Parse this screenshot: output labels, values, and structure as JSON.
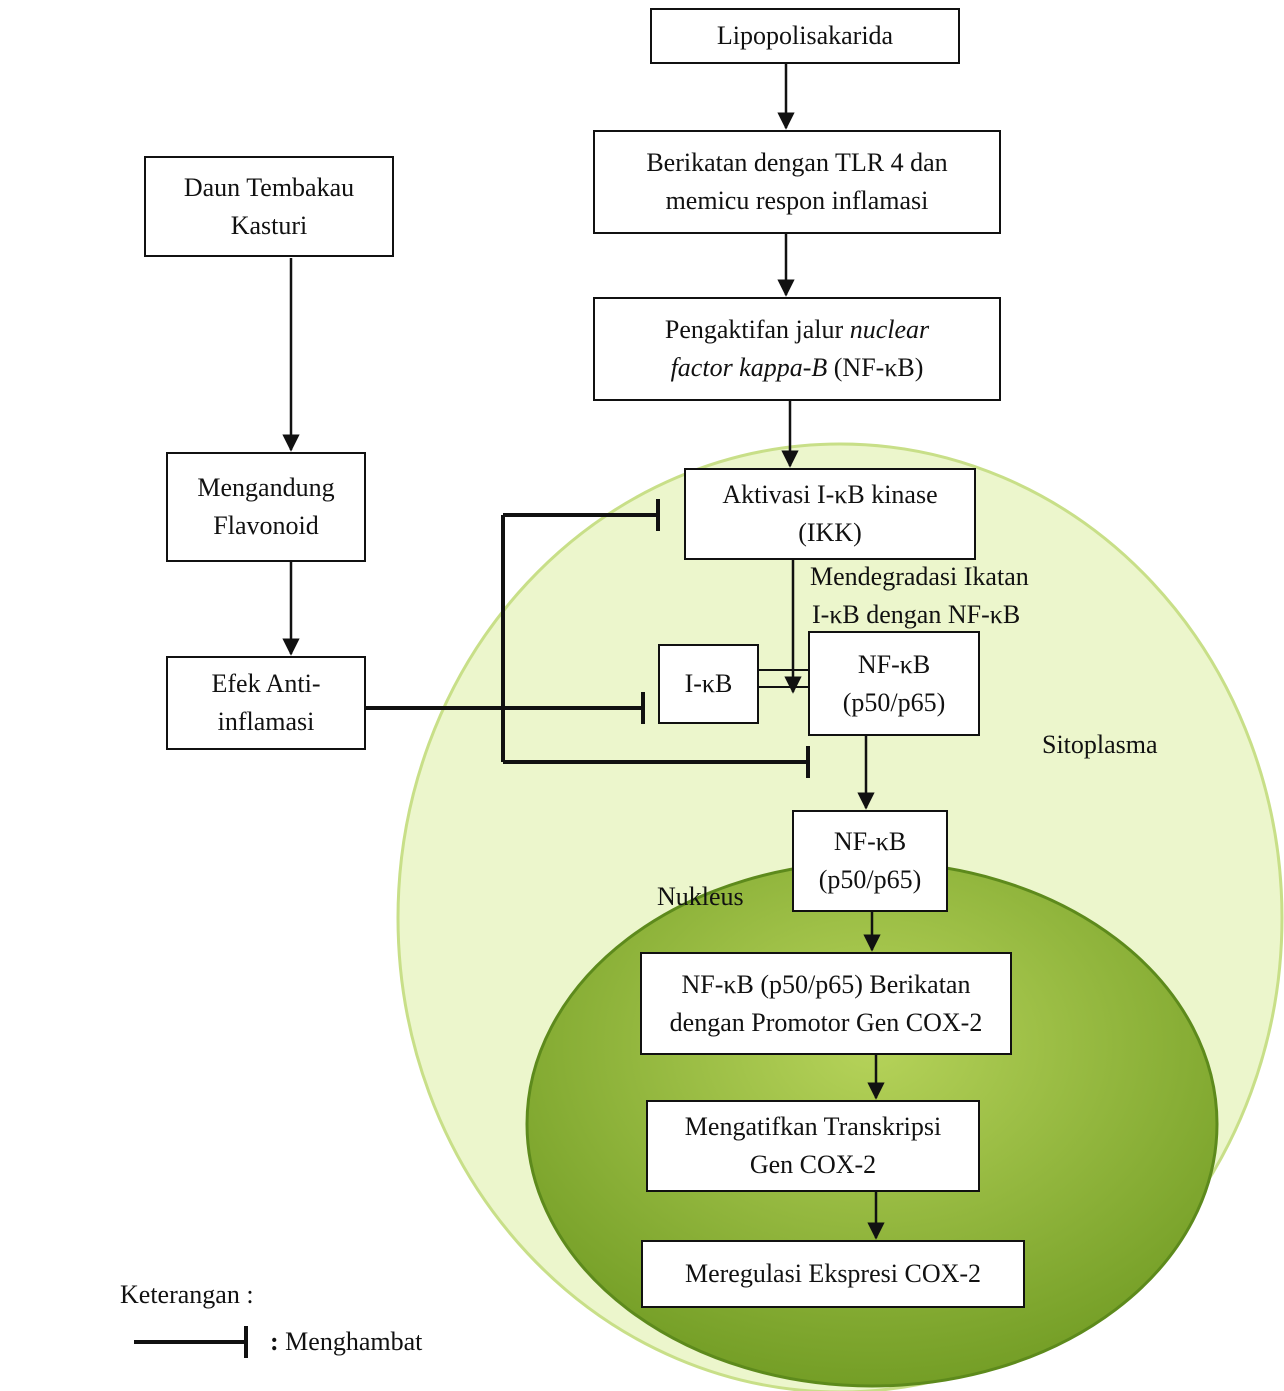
{
  "nodes": {
    "lps": {
      "text": "Lipopolisakarida"
    },
    "tlr4": {
      "line1": "Berikatan dengan TLR 4 dan",
      "line2": "memicu respon inflamasi"
    },
    "nfkb_path": {
      "line1_a": "Pengaktifan jalur ",
      "line1_b": "nuclear",
      "line2_a": "factor kappa-B",
      "line2_b": " (NF-κB)"
    },
    "ikk": {
      "line1": "Aktivasi I-κB kinase",
      "line2": "(IKK)"
    },
    "degrade": {
      "line1": "Mendegradasi Ikatan",
      "line2": "I-κB dengan NF-κB"
    },
    "ikb": {
      "text": "I-κB"
    },
    "nfkb_cyto": {
      "line1": "NF-κB",
      "line2": "(p50/p65)"
    },
    "nfkb_nuc": {
      "line1": "NF-κB",
      "line2": "(p50/p65)"
    },
    "bind_promoter": {
      "line1": "NF-κB (p50/p65) Berikatan",
      "line2": "dengan Promotor Gen COX-2"
    },
    "transcription": {
      "line1": "Mengatifkan Transkripsi",
      "line2": "Gen COX-2"
    },
    "expression": {
      "text": "Meregulasi Ekspresi COX-2"
    },
    "tobacco": {
      "line1": "Daun Tembakau",
      "line2": "Kasturi"
    },
    "flavonoid": {
      "line1": "Mengandung",
      "line2": "Flavonoid"
    },
    "anti": {
      "line1": "Efek Anti-",
      "line2": "inflamasi"
    }
  },
  "regions": {
    "cytoplasm": "Sitoplasma",
    "nucleus": "Nukleus"
  },
  "legend": {
    "title": "Keterangan :",
    "colon": ":",
    "inhibit": " Menghambat"
  },
  "colors": {
    "cyto_fill": "#eaf5c6",
    "cyto_stroke": "#c8df88",
    "nuc_light": "#b6d35a",
    "nuc_dark": "#6f9a22",
    "nuc_stroke": "#5d8a1c",
    "line": "#111111"
  }
}
